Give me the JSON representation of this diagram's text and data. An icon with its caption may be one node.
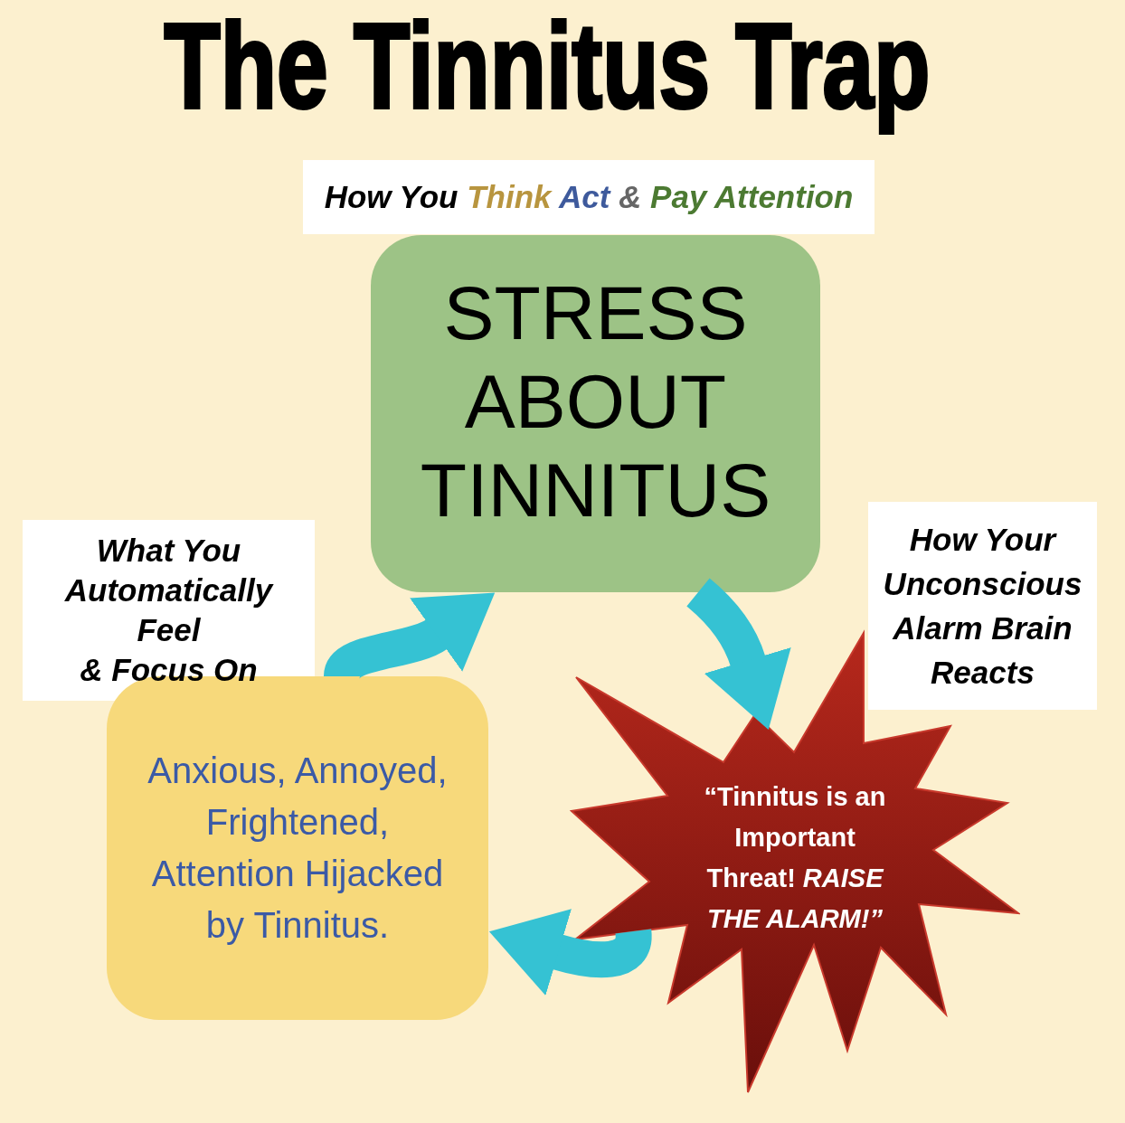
{
  "diagram": {
    "title": "The Tinnitus Trap",
    "nodes": [
      {
        "text": [
          "How You Think Act & Pay Attention"
        ]
      },
      {
        "text": [
          "STRESS ABOUT TINNITUS"
        ]
      },
      {
        "text": [
          "How Your Unconscious Alarm Brain Reacts"
        ]
      },
      {
        "text": [
          "“Tinnitus is an Important Threat! *RAISE THE ALARM!”*"
        ]
      },
      {
        "text": [
          "What You Automatically Feel & Focus On"
        ]
      },
      {
        "text": [
          "Anxious, Annoyed, Frightened, Attention Hijacked by Tinnitus."
        ]
      }
    ],
    "edges": [
      {
        "from": 1,
        "to": 3,
        "arrow": "to"
      },
      {
        "from": 3,
        "to": 5,
        "arrow": "to"
      },
      {
        "from": 5,
        "to": 1,
        "arrow": "to"
      }
    ]
  }
}
